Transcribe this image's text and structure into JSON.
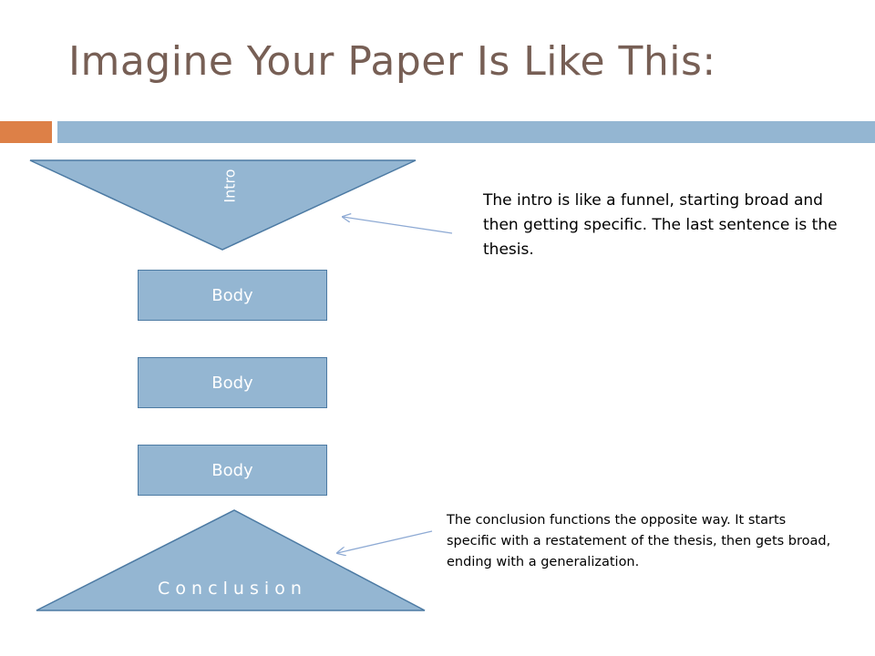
{
  "slide": {
    "title": "Imagine Your Paper Is Like This:",
    "colors": {
      "title": "#775f55",
      "accent_bar": "#dd8047",
      "main_bar": "#94b6d2",
      "shape_fill": "#94b6d2",
      "shape_border": "#4c7aa3",
      "arrow": "#8eaad4"
    }
  },
  "diagram": {
    "intro_label": "Intro",
    "body_labels": [
      "Body",
      "Body",
      "Body"
    ],
    "conclusion_label": "C o n c l u s i o n"
  },
  "notes": {
    "intro": "The intro is like a funnel, starting broad and then getting specific.  The last sentence is the thesis.",
    "conclusion": "The conclusion functions the opposite way.  It starts specific with a restatement of the thesis, then gets broad, ending with a generalization."
  }
}
